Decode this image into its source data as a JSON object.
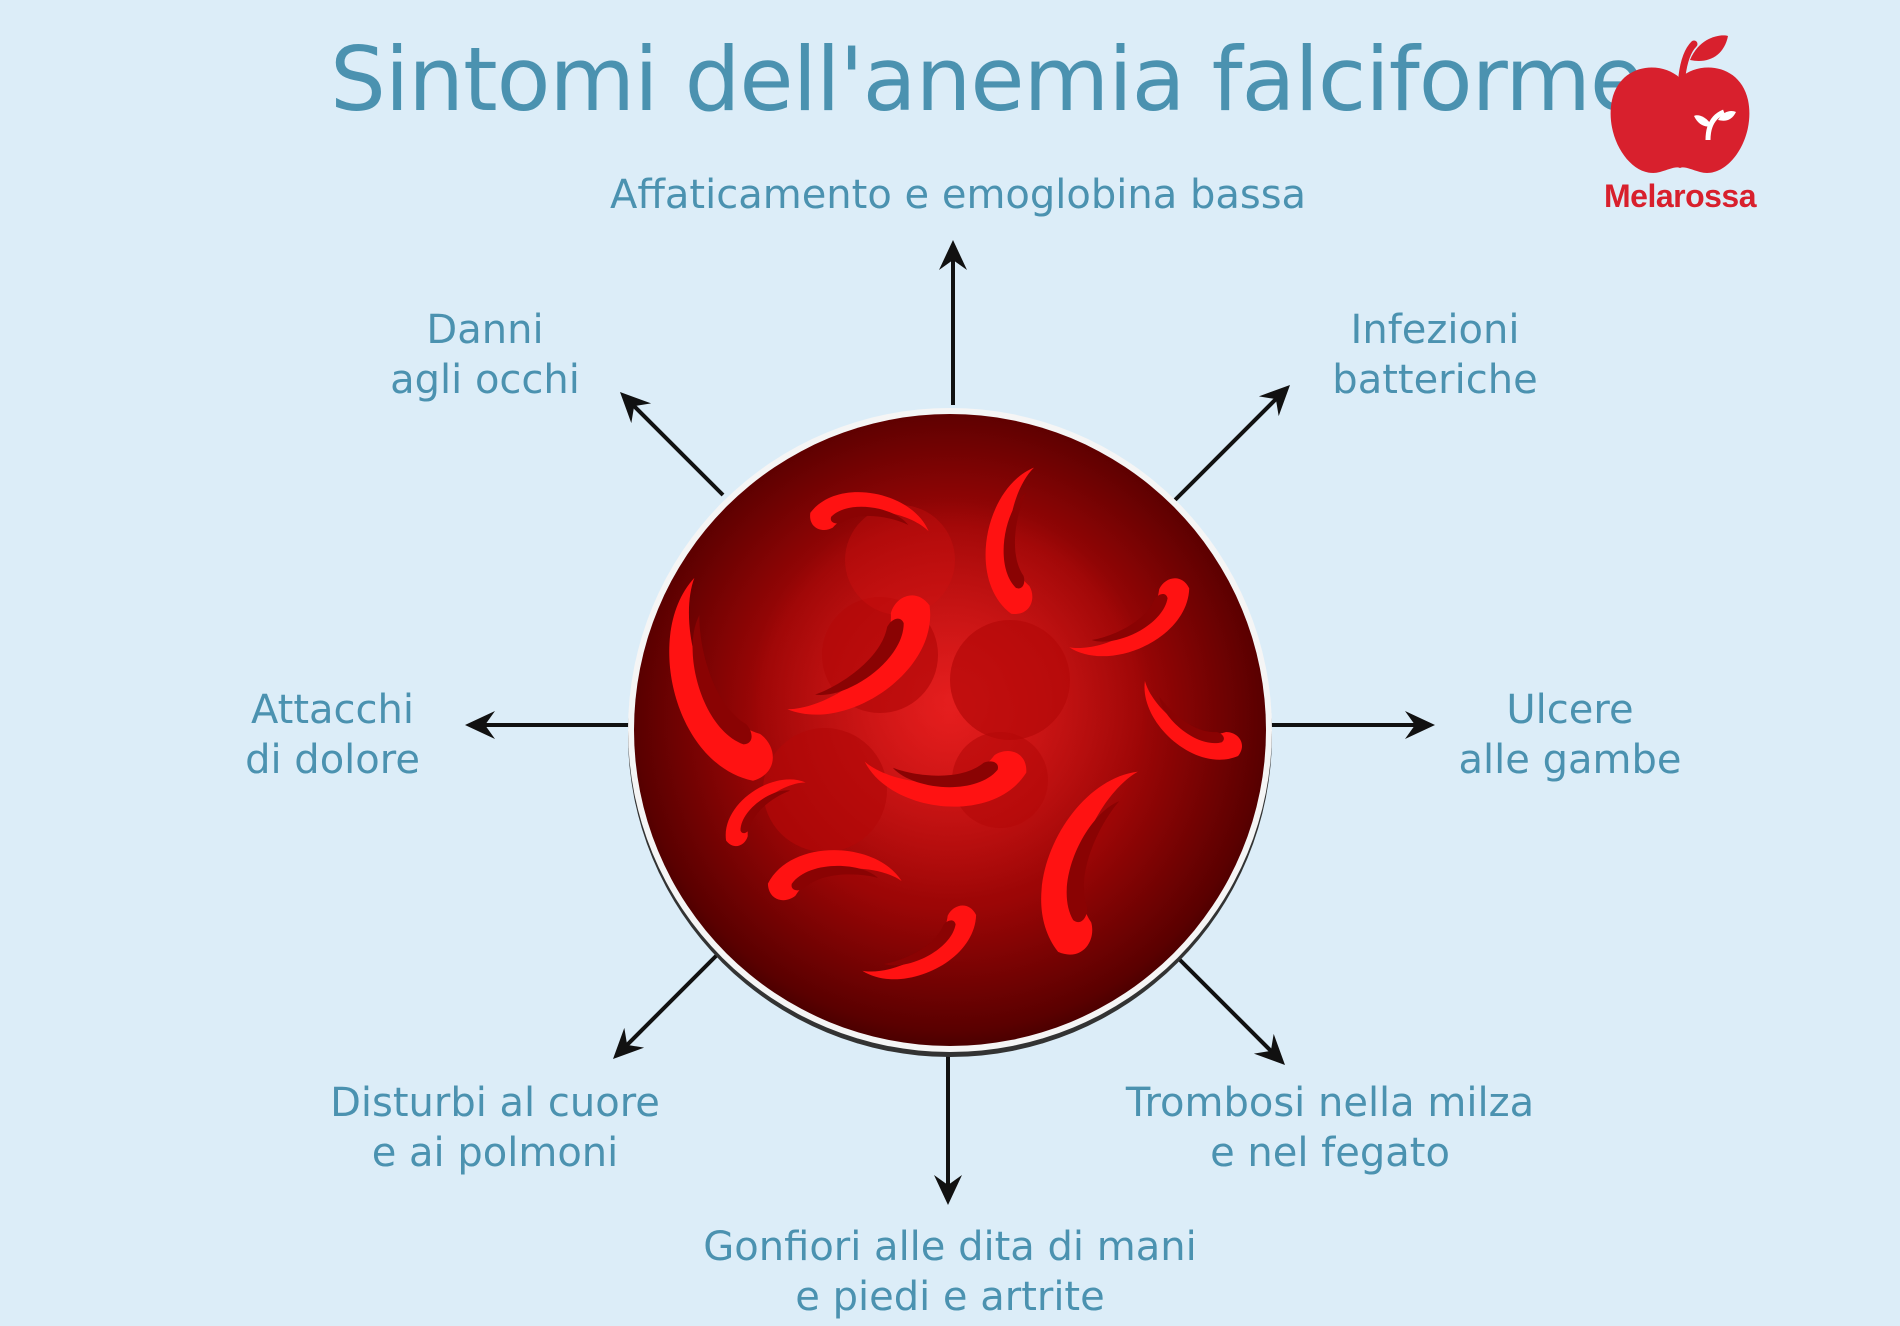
{
  "title": "Sintomi dell'anemia falciforme",
  "logo": {
    "brand": "Melarossa",
    "color": "#d8202d"
  },
  "symptoms": {
    "top": [
      "Affaticamento e emoglobina bassa"
    ],
    "top_left": [
      "Danni",
      "agli occhi"
    ],
    "top_right": [
      "Infezioni",
      "batteriche"
    ],
    "left": [
      "Attacchi",
      "di dolore"
    ],
    "right": [
      "Ulcere",
      "alle gambe"
    ],
    "bottom_left": [
      "Disturbi al cuore",
      "e ai polmoni"
    ],
    "bottom_right": [
      "Trombosi nella milza",
      "e nel fegato"
    ],
    "bottom": [
      "Gonfiori alle dita di mani",
      "e piedi e artrite"
    ]
  },
  "colors": {
    "text": "#4b92b0",
    "background": "#dcedf8",
    "cell": "#ff1010",
    "sphere": "#a80000"
  },
  "icons": [
    "apple-icon",
    "arrow-icon"
  ]
}
